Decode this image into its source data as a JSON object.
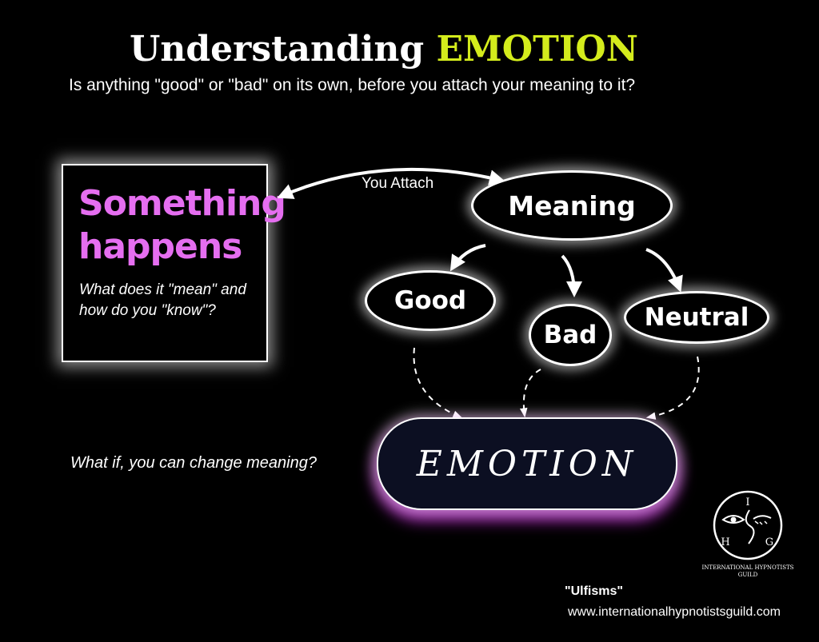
{
  "title": {
    "prefix": "Understanding ",
    "accent": "EMOTION"
  },
  "subtitle": "Is anything \"good\" or \"bad\" on its own, before you attach your meaning to it?",
  "box": {
    "title_line1": "Something",
    "title_line2": "happens",
    "question": "What does it \"mean\" and how do you \"know\"?"
  },
  "attach_label": "You Attach",
  "nodes": {
    "meaning": "Meaning",
    "good": "Good",
    "bad": "Bad",
    "neutral": "Neutral",
    "emotion": "EMOTION"
  },
  "what_if": "What if, you can change meaning?",
  "logo": {
    "letters": [
      "I",
      "H",
      "G"
    ],
    "text": "INTERNATIONAL HYPNOTISTS GUILD"
  },
  "footer": {
    "tag": "\"Ulfisms\"",
    "url": "www.internationalhypnotistsguild.com"
  },
  "colors": {
    "accent": "#d4ec1c",
    "highlight": "#e56ef0",
    "glow_purple": "#c828dc"
  },
  "icons": [
    "eye-icon",
    "guild-logo-icon"
  ]
}
